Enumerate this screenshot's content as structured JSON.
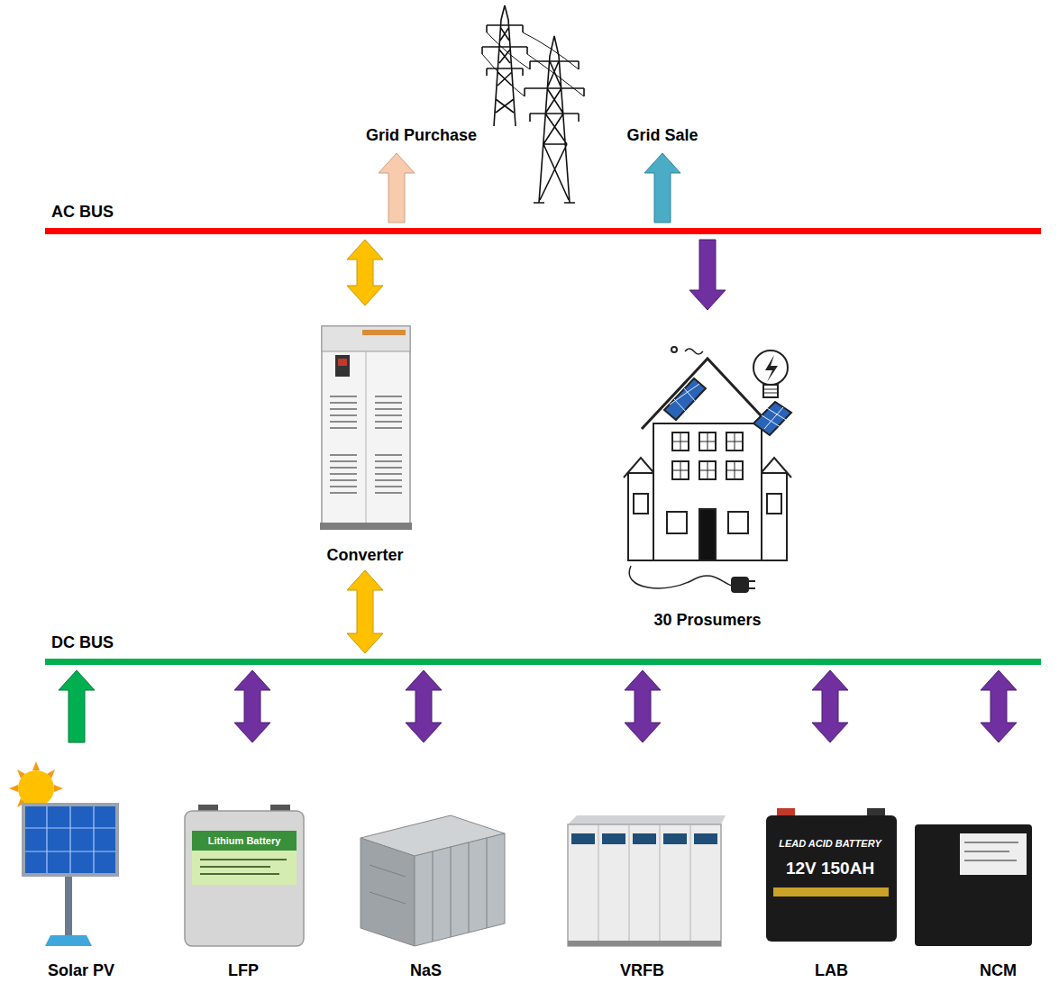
{
  "diagram": {
    "nodes": [
      {
        "text": [
          "Grid Purchase"
        ]
      },
      {
        "text": [
          "Grid Sale"
        ]
      },
      {
        "text": [
          "AC BUS"
        ]
      },
      {
        "text": [
          "Converter"
        ]
      },
      {
        "text": [
          "30 Prosumers"
        ]
      },
      {
        "text": [
          "DC BUS"
        ]
      },
      {
        "text": [
          "Solar PV"
        ]
      },
      {
        "text": [
          "LFP"
        ]
      },
      {
        "text": [
          "NaS"
        ]
      },
      {
        "text": [
          "VRFB"
        ]
      },
      {
        "text": [
          "LAB"
        ]
      },
      {
        "text": [
          "NCM"
        ]
      }
    ],
    "edges": [
      {
        "from": 2,
        "to": 0,
        "arrow": "to"
      },
      {
        "from": 2,
        "to": 1,
        "arrow": "to"
      },
      {
        "from": 3,
        "to": 2,
        "arrow": "both"
      },
      {
        "from": 2,
        "to": 4,
        "arrow": "to"
      },
      {
        "from": 3,
        "to": 5,
        "arrow": "both"
      },
      {
        "from": 6,
        "to": 5,
        "arrow": "to"
      },
      {
        "from": 7,
        "to": 5,
        "arrow": "both"
      },
      {
        "from": 8,
        "to": 5,
        "arrow": "both"
      },
      {
        "from": 9,
        "to": 5,
        "arrow": "both"
      },
      {
        "from": 10,
        "to": 5,
        "arrow": "both"
      },
      {
        "from": 11,
        "to": 5,
        "arrow": "both"
      }
    ],
    "labels": [
      "Lithium Battery",
      "LEAD ACID BATTERY",
      "12V 150AH"
    ]
  }
}
